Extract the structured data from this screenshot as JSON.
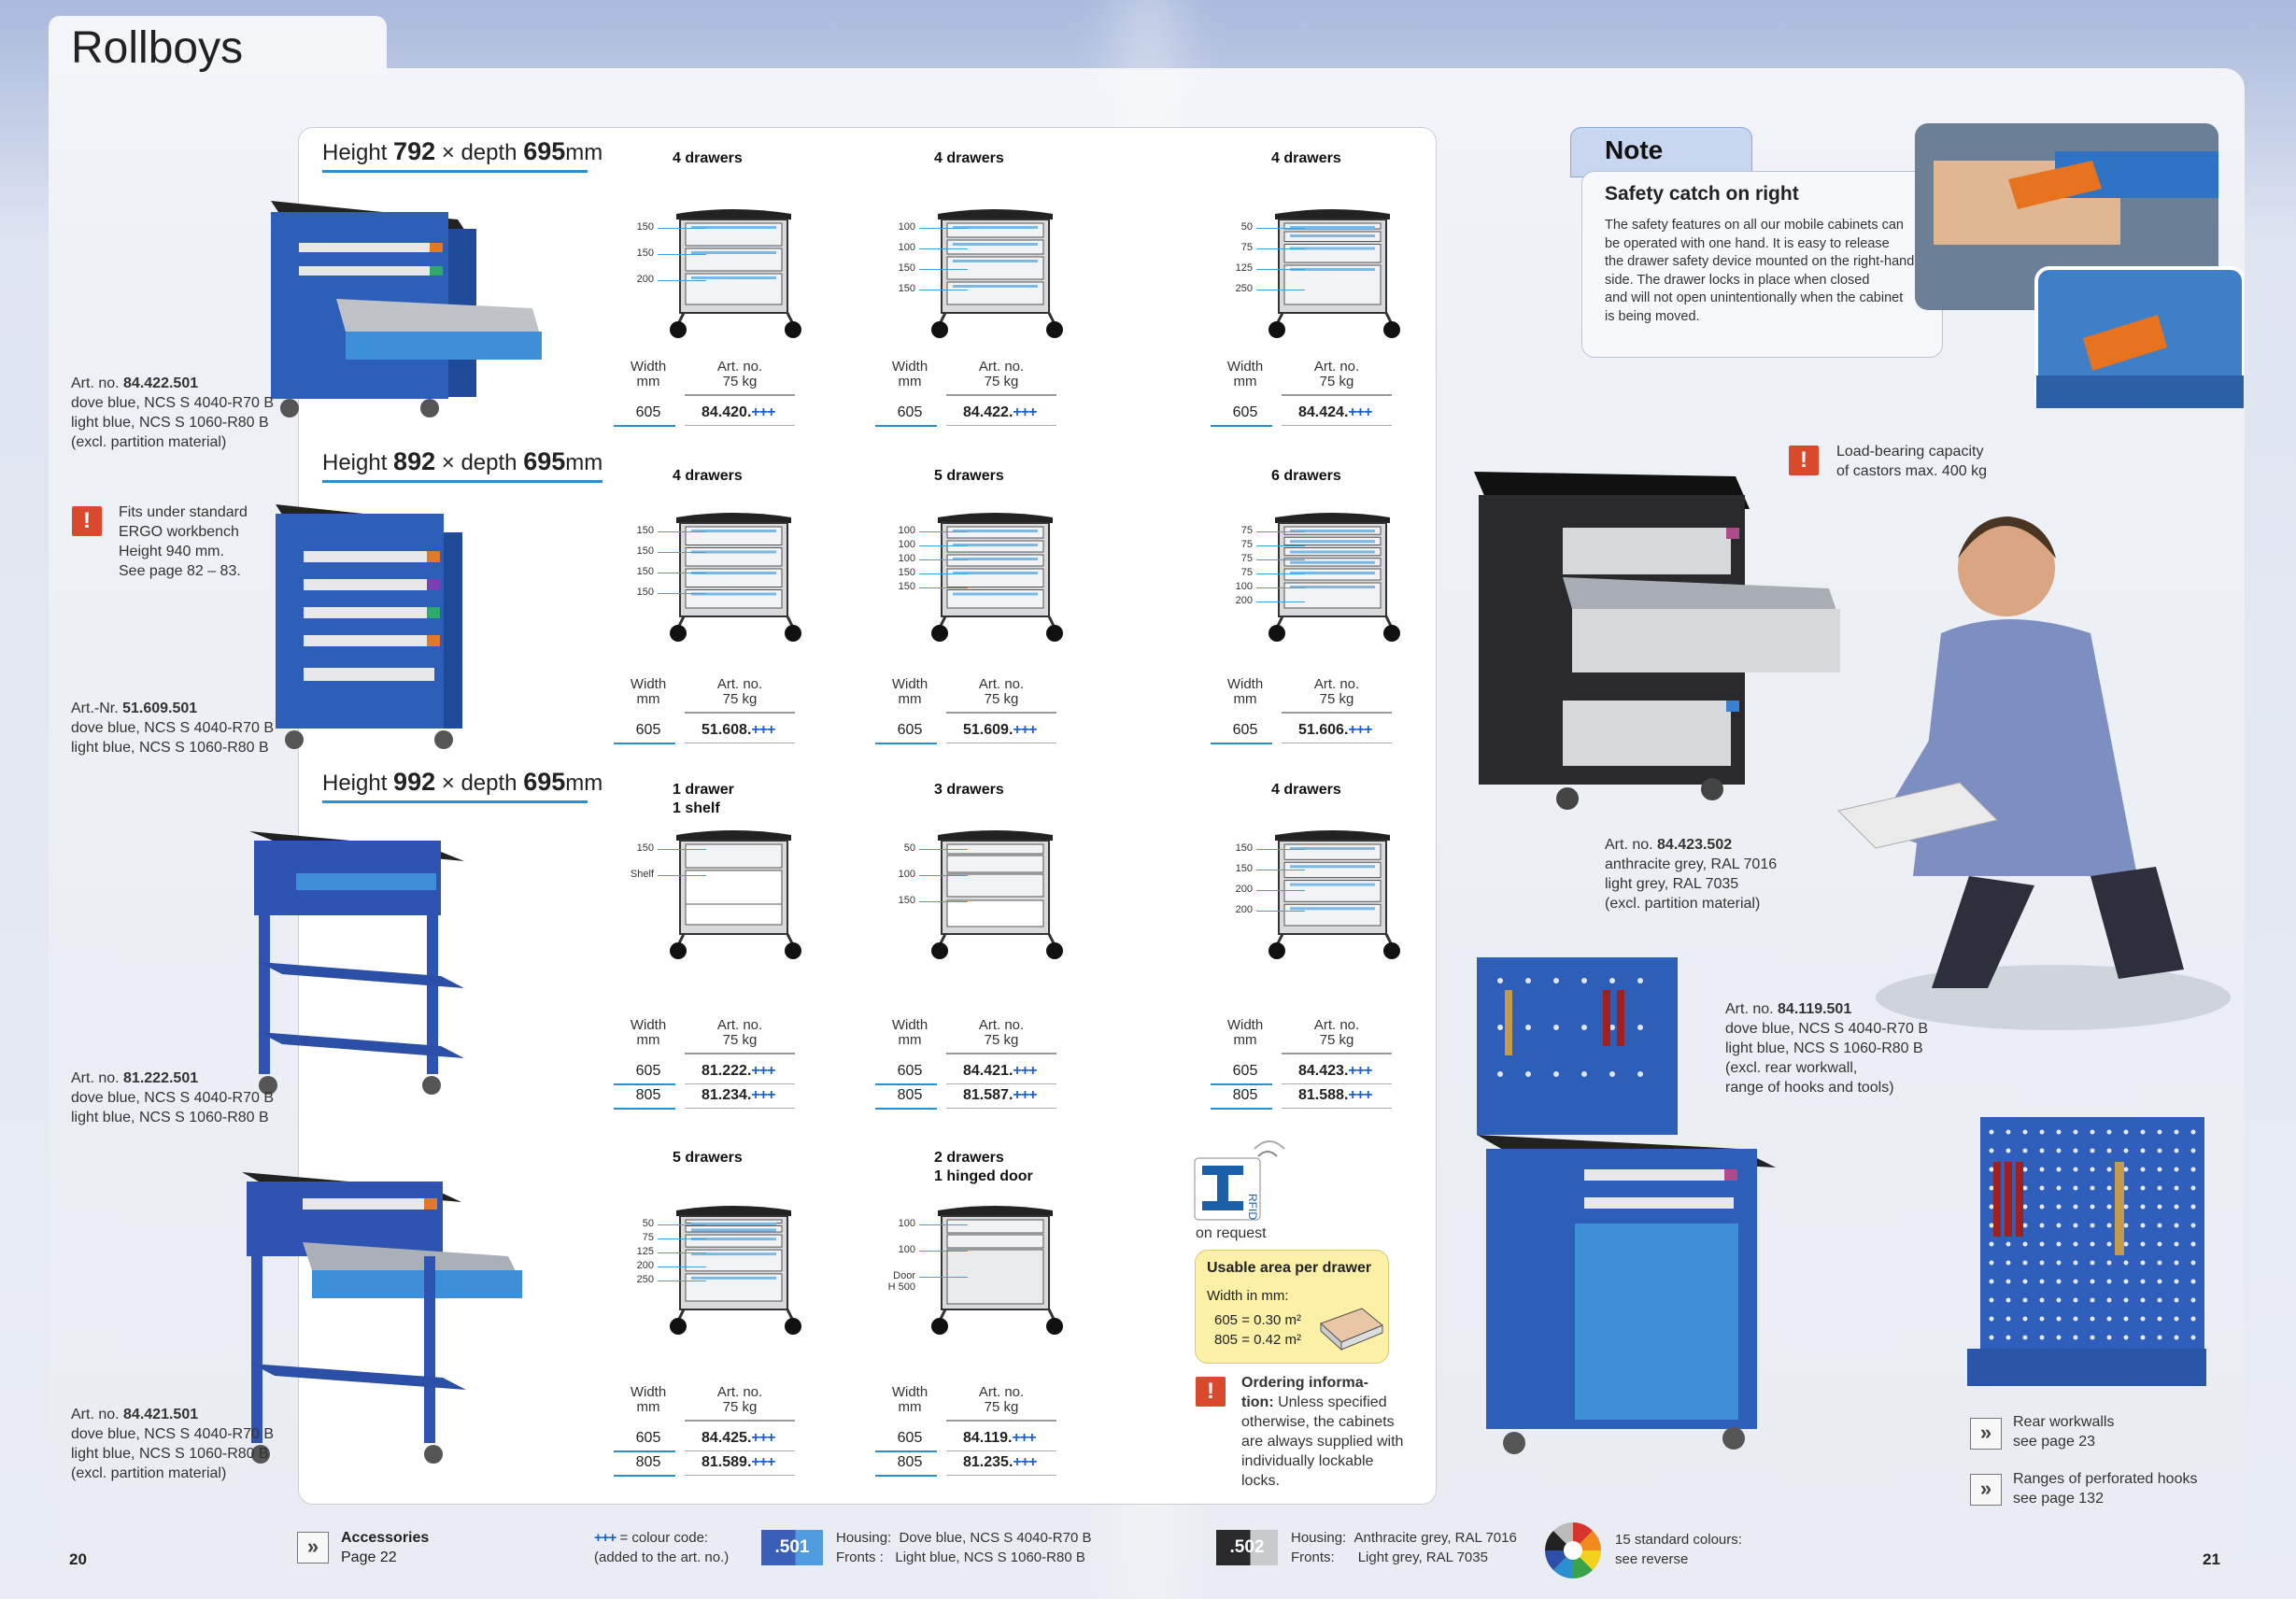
{
  "page": {
    "title": "Rollboys",
    "left_page_number": "20",
    "right_page_number": "21"
  },
  "sections": [
    {
      "h_pre": "Height ",
      "h_val": "792",
      "h_mid": " × depth ",
      "d_val": "695",
      "unit": "mm"
    },
    {
      "h_pre": "Height ",
      "h_val": "892",
      "h_mid": " × depth ",
      "d_val": "695",
      "unit": "mm"
    },
    {
      "h_pre": "Height ",
      "h_val": "992",
      "h_mid": " × depth ",
      "d_val": "695",
      "unit": "mm"
    }
  ],
  "headers": {
    "width_label": "Width\nmm",
    "artno_label": "Art. no.\n75 kg"
  },
  "groups": [
    {
      "caption": "4 drawers",
      "dims": [
        "150",
        "150",
        "200"
      ],
      "rows": [
        {
          "w": "605",
          "a": "84.420."
        }
      ]
    },
    {
      "caption": "4 drawers",
      "dims": [
        "100",
        "100",
        "150",
        "150"
      ],
      "rows": [
        {
          "w": "605",
          "a": "84.422."
        }
      ]
    },
    {
      "caption": "4 drawers",
      "dims": [
        "50",
        "75",
        "125",
        "250"
      ],
      "rows": [
        {
          "w": "605",
          "a": "84.424."
        }
      ]
    },
    {
      "caption": "4 drawers",
      "dims": [
        "150",
        "150",
        "150",
        "150"
      ],
      "rows": [
        {
          "w": "605",
          "a": "51.608."
        }
      ]
    },
    {
      "caption": "5 drawers",
      "dims": [
        "100",
        "100",
        "100",
        "150",
        "150"
      ],
      "rows": [
        {
          "w": "605",
          "a": "51.609."
        }
      ]
    },
    {
      "caption": "6 drawers",
      "dims": [
        "75",
        "75",
        "75",
        "75",
        "100",
        "200"
      ],
      "rows": [
        {
          "w": "605",
          "a": "51.606."
        }
      ]
    },
    {
      "caption": "1 drawer\n1 shelf",
      "dims": [
        "150",
        "Shelf"
      ],
      "rows": [
        {
          "w": "605",
          "a": "81.222."
        },
        {
          "w": "805",
          "a": "81.234."
        }
      ]
    },
    {
      "caption": "3 drawers",
      "dims": [
        "50",
        "100",
        "150"
      ],
      "rows": [
        {
          "w": "605",
          "a": "84.421."
        },
        {
          "w": "805",
          "a": "81.587."
        }
      ]
    },
    {
      "caption": "4 drawers",
      "dims": [
        "150",
        "150",
        "200",
        "200"
      ],
      "rows": [
        {
          "w": "605",
          "a": "84.423."
        },
        {
          "w": "805",
          "a": "81.588."
        }
      ]
    },
    {
      "caption": "5 drawers",
      "dims": [
        "50",
        "75",
        "125",
        "200",
        "250"
      ],
      "rows": [
        {
          "w": "605",
          "a": "84.425."
        },
        {
          "w": "805",
          "a": "81.589."
        }
      ]
    },
    {
      "caption": "2 drawers\n1 hinged door",
      "dims": [
        "100",
        "100",
        "Door\nH 500"
      ],
      "rows": [
        {
          "w": "605",
          "a": "84.119."
        },
        {
          "w": "805",
          "a": "81.235."
        }
      ]
    }
  ],
  "plus": "+++",
  "left_labels": [
    {
      "pre": "Art. no. ",
      "num": "84.422.501",
      "rest": "dove blue, NCS S 4040-R70 B\nlight blue, NCS S 1060-R80 B\n(excl. partition material)"
    },
    {
      "pre": "Art.-Nr. ",
      "num": "51.609.501",
      "rest": "dove blue, NCS S 4040-R70 B\nlight blue, NCS S 1060-R80 B"
    },
    {
      "pre": "Art. no. ",
      "num": "81.222.501",
      "rest": "dove blue, NCS S 4040-R70 B\nlight blue, NCS S 1060-R80 B"
    },
    {
      "pre": "Art. no. ",
      "num": "84.421.501",
      "rest": "dove blue, NCS S 4040-R70 B\nlight blue, NCS S 1060-R80 B\n(excl. partition material)"
    }
  ],
  "fits_note": "Fits under standard\nERGO workbench\nHeight 940 mm.\nSee page 82 – 83.",
  "note": {
    "tab": "Note",
    "title": "Safety catch on right",
    "text": "The safety features on all our mobile cabinets can\nbe operated with one hand. It is easy to release\nthe drawer safety device mounted on the right-hand\nside. The drawer locks in place when closed\nand will not open unintentionally when the cabinet\nis being moved."
  },
  "load_note": "Load-bearing capacity\nof castors max. 400 kg",
  "right_labels": [
    {
      "pre": "Art. no. ",
      "num": "84.423.502",
      "rest": "anthracite grey, RAL 7016\nlight grey, RAL 7035\n(excl. partition material)"
    },
    {
      "pre": "Art. no. ",
      "num": "84.119.501",
      "rest": "dove blue, NCS S 4040-R70 B\nlight blue, NCS S 1060-R80 B\n(excl. rear workwall,\nrange of hooks and tools)"
    }
  ],
  "rfid": {
    "icon_text": "RFID",
    "label": "on request"
  },
  "usable": {
    "title": "Usable area per drawer",
    "sub": "Width in mm:",
    "l1": "605 = 0.30 m²",
    "l2": "805 = 0.42 m²"
  },
  "ordering": {
    "bold": "Ordering informa-\ntion:",
    "text": " Unless specified\notherwise, the cabinets\nare always supplied with\nindividually lockable\nlocks."
  },
  "refs": [
    {
      "l1": "Rear workwalls",
      "l2": "see page 23"
    },
    {
      "l1": "Ranges of perforated hooks",
      "l2": "see page 132"
    }
  ],
  "footer": {
    "acc_title": "Accessories",
    "acc_page": "Page 22",
    "plus": "+++",
    "code_l1": " = colour code:",
    "code_l2": "(added to the art. no.)",
    "sw1": ".501",
    "h1_label": "Housing:",
    "h1_val": "Dove blue, NCS S 4040-R70 B",
    "f1_label": "Fronts :",
    "f1_val": "Light blue, NCS S 1060-R80 B",
    "sw2": ".502",
    "h2_label": "Housing:",
    "h2_val": "Anthracite grey, RAL 7016",
    "f2_label": "Fronts:",
    "f2_val": "Light grey, RAL 7035",
    "colours_l1": "15 standard colours:",
    "colours_l2": "see reverse"
  },
  "colors": {
    "blue": "#2d5eb8",
    "lightblue": "#3d8fd8",
    "accent": "#2a8fd0",
    "warn": "#d9492c",
    "anthracite": "#2a2a2c"
  }
}
